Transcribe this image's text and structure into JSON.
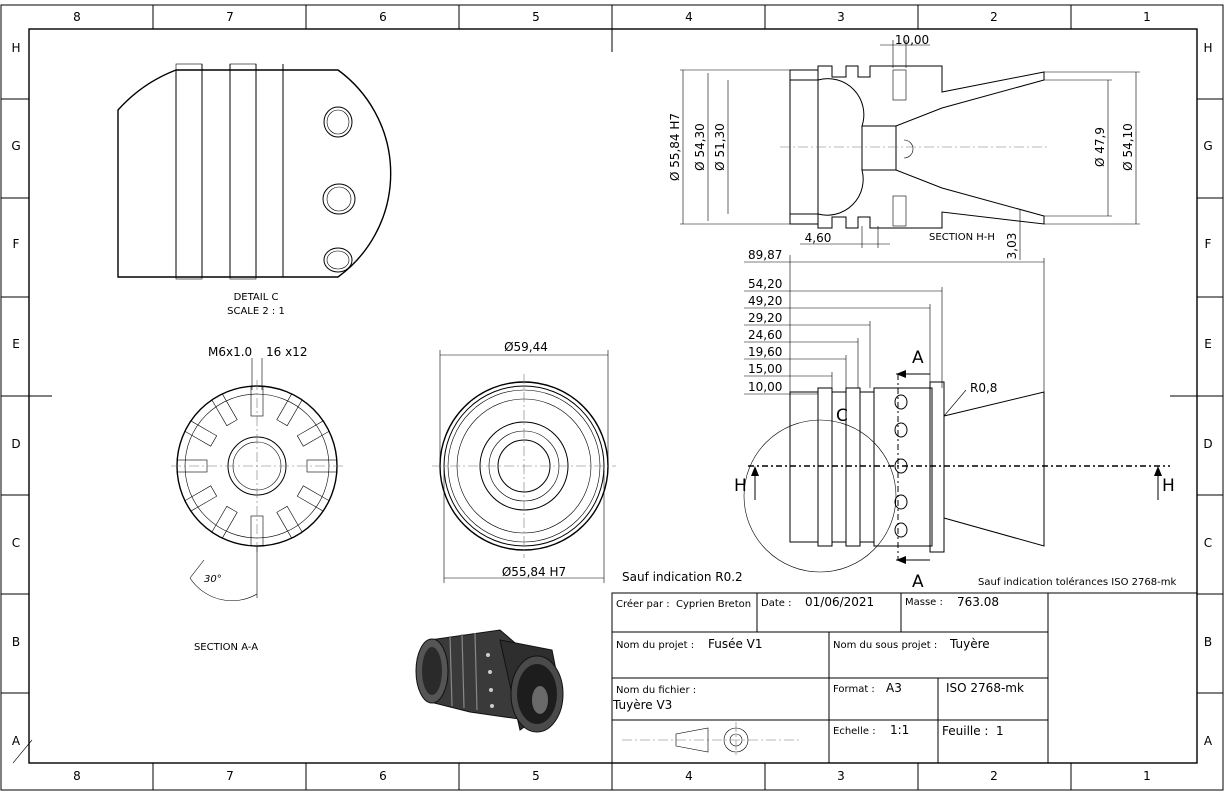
{
  "frame": {
    "columns": [
      "8",
      "7",
      "6",
      "5",
      "4",
      "3",
      "2",
      "1"
    ],
    "rows": [
      "H",
      "G",
      "F",
      "E",
      "D",
      "C",
      "B",
      "A"
    ]
  },
  "detail_c": {
    "title": "DETAIL C",
    "scale": "SCALE 2 : 1"
  },
  "section_aa": {
    "callout": "M6x1.0",
    "depth": "16 x12",
    "angle": "30°",
    "title": "SECTION A-A"
  },
  "front_view": {
    "outer_dia": "Ø59,44",
    "bore_dia": "Ø55,84 H7"
  },
  "section_hh": {
    "title": "SECTION H-H",
    "dims": {
      "top": "10,00",
      "d1": "Ø 55,84 H7",
      "d2": "Ø 54,30",
      "d3": "Ø 51,30",
      "d4": "Ø 47,9",
      "d5": "Ø 54,10",
      "groove": "4,60",
      "wall": "3,03"
    }
  },
  "side_view": {
    "lengths": [
      "89,87",
      "54,20",
      "49,20",
      "29,20",
      "24,60",
      "19,60",
      "15,00",
      "10,00"
    ],
    "radius": "R0,8",
    "section_letter": "A",
    "section_plane": "H",
    "detail_letter": "C"
  },
  "notes": {
    "default_radius": "Sauf indication R0.2",
    "tolerances": "Sauf indication tolérances ISO 2768-mk"
  },
  "title_block": {
    "author_label": "Créer par :",
    "author": "Cyprien Breton",
    "date_label": "Date :",
    "date": "01/06/2021",
    "mass_label": "Masse :",
    "mass": "763.08",
    "project_label": "Nom du projet :",
    "project": "Fusée V1",
    "subproject_label": "Nom du sous projet :",
    "subproject": "Tuyère",
    "file_label": "Nom du fichier :",
    "file": "Tuyère V3",
    "format_label": "Format :",
    "format": "A3",
    "standard": "ISO 2768-mk",
    "scale_label": "Echelle :",
    "scale": "1:1",
    "sheet_label": "Feuille :",
    "sheet": "1"
  }
}
